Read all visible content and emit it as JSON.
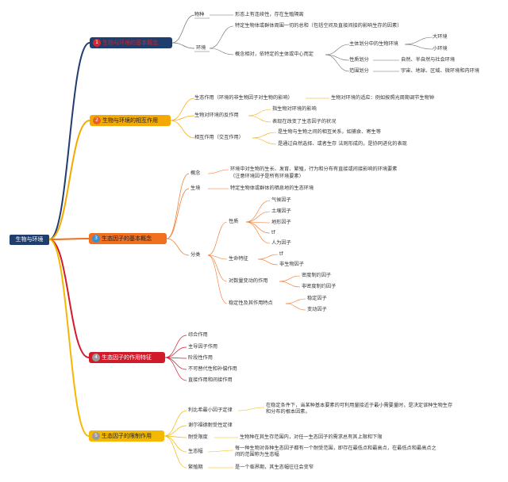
{
  "root": "生物与环境",
  "branches": [
    {
      "num": "1",
      "title": "生物与环境的基本概念",
      "color": "#1f3e6e",
      "text_color": "#c0292b",
      "num_color": "#d9262c",
      "items": {
        "wuzhong": "物种",
        "wuzhong_desc": "形态上有连续性，存在生殖隔离",
        "huanjing": "环境",
        "huanjing_desc1": "特定生物体或群体周围一切的总和（包括空间及直接间接的影响生存的因素）",
        "huanjing_desc2": "概念相对，依特定的主体或中心而定",
        "div_subject": "主体划分中的生物环境",
        "big_env": "大环境",
        "small_env": "小环境",
        "div_nature": "性质划分",
        "div_nature_desc": "自然、半自然与社会环境",
        "div_range": "范围划分",
        "div_range_desc": "宇宙、地球、区域、微环境和内环境"
      }
    },
    {
      "num": "2",
      "title": "生物与环境的相互作用",
      "color": "#f5a800",
      "num_color": "#e8601c",
      "items": {
        "action": "生态作用（环境的非生物因子对生物的影响）",
        "action_desc": "生物对环境的适应：例如按照光周期调节生物钟",
        "reaction": "生物对环境的反作用",
        "reaction_d1": "指生物对环境的影响",
        "reaction_d2": "表现在改变了生态因子的状况",
        "inter": "相互作用（交互作用）",
        "inter_d1": "是生物与生物之间的相互关系，如捕食、寄生等",
        "inter_d2": "是通过自然选择、或者生存 法则形成的，是协同进化的表现"
      }
    },
    {
      "num": "3",
      "title": "生态因子的基本概念",
      "color": "#f07020",
      "num_color": "#3a8fd0",
      "items": {
        "concept": "概念",
        "concept_d1": "环境中对生物的生长、发育、繁殖，行为和分布有直接或间接影响的环境要素",
        "concept_d2": "（注意环境因子是所有环境要素）",
        "habitat": "生境",
        "habitat_desc": "特定生物体或群体的栖息地的生态环境",
        "classify": "分类",
        "nature": "性质",
        "n1": "气候因子",
        "n2": "土壤因子",
        "n3": "地形因子",
        "n4": "tf",
        "n5": "人为因子",
        "life": "生命特征",
        "l1": "tf",
        "l2": "非生物因子",
        "pop": "对数量变动的作用",
        "p1": "密度制约因子",
        "p2": "非密度制约因子",
        "stab": "稳定性及其作用特点",
        "s1": "稳定因子",
        "s2": "变动因子"
      }
    },
    {
      "num": "4",
      "title": "生态因子的作用特征",
      "color": "#d11a2a",
      "num_color": "#9a9a9a",
      "items": {
        "f1": "综合作用",
        "f2": "主导因子作用",
        "f3": "阶段性作用",
        "f4": "不可替代性和补偿作用",
        "f5": "直接作用和间接作用"
      }
    },
    {
      "num": "5",
      "title": "生态因子的限制作用",
      "color": "#f5b800",
      "num_color": "#9a9a9a",
      "items": {
        "liebig": "利比希最小因子定律",
        "liebig_desc": "在稳定条件下，当某种基本要素的可利用量接近于最小需要量时，是决定该种生物生存和分布的根本因素。",
        "shelford": "谢尔福德耐受性定律",
        "tolerance": "耐受限度",
        "tolerance_desc": "生物种在其生存范围内，对任一生态因子的需求总有其上限和下限",
        "amplitude": "生态幅",
        "amplitude_desc": "每一种生物对各种生态因子都有一个耐受范围，即存在最低点和最高点，在最低点和最高点之间的范围称为生态幅",
        "critical": "繁殖期",
        "critical_desc": "是一个临界期，其生态幅往往会变窄"
      }
    }
  ]
}
